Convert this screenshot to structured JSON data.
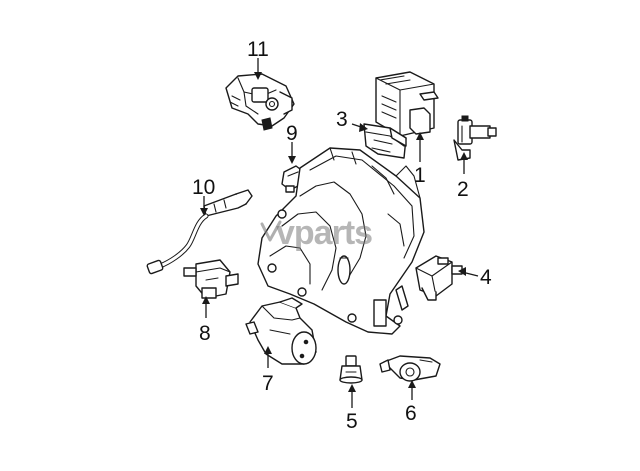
{
  "diagram": {
    "watermark": "vparts",
    "callouts": [
      "1",
      "2",
      "3",
      "4",
      "5",
      "6",
      "7",
      "8",
      "9",
      "10",
      "11"
    ]
  }
}
